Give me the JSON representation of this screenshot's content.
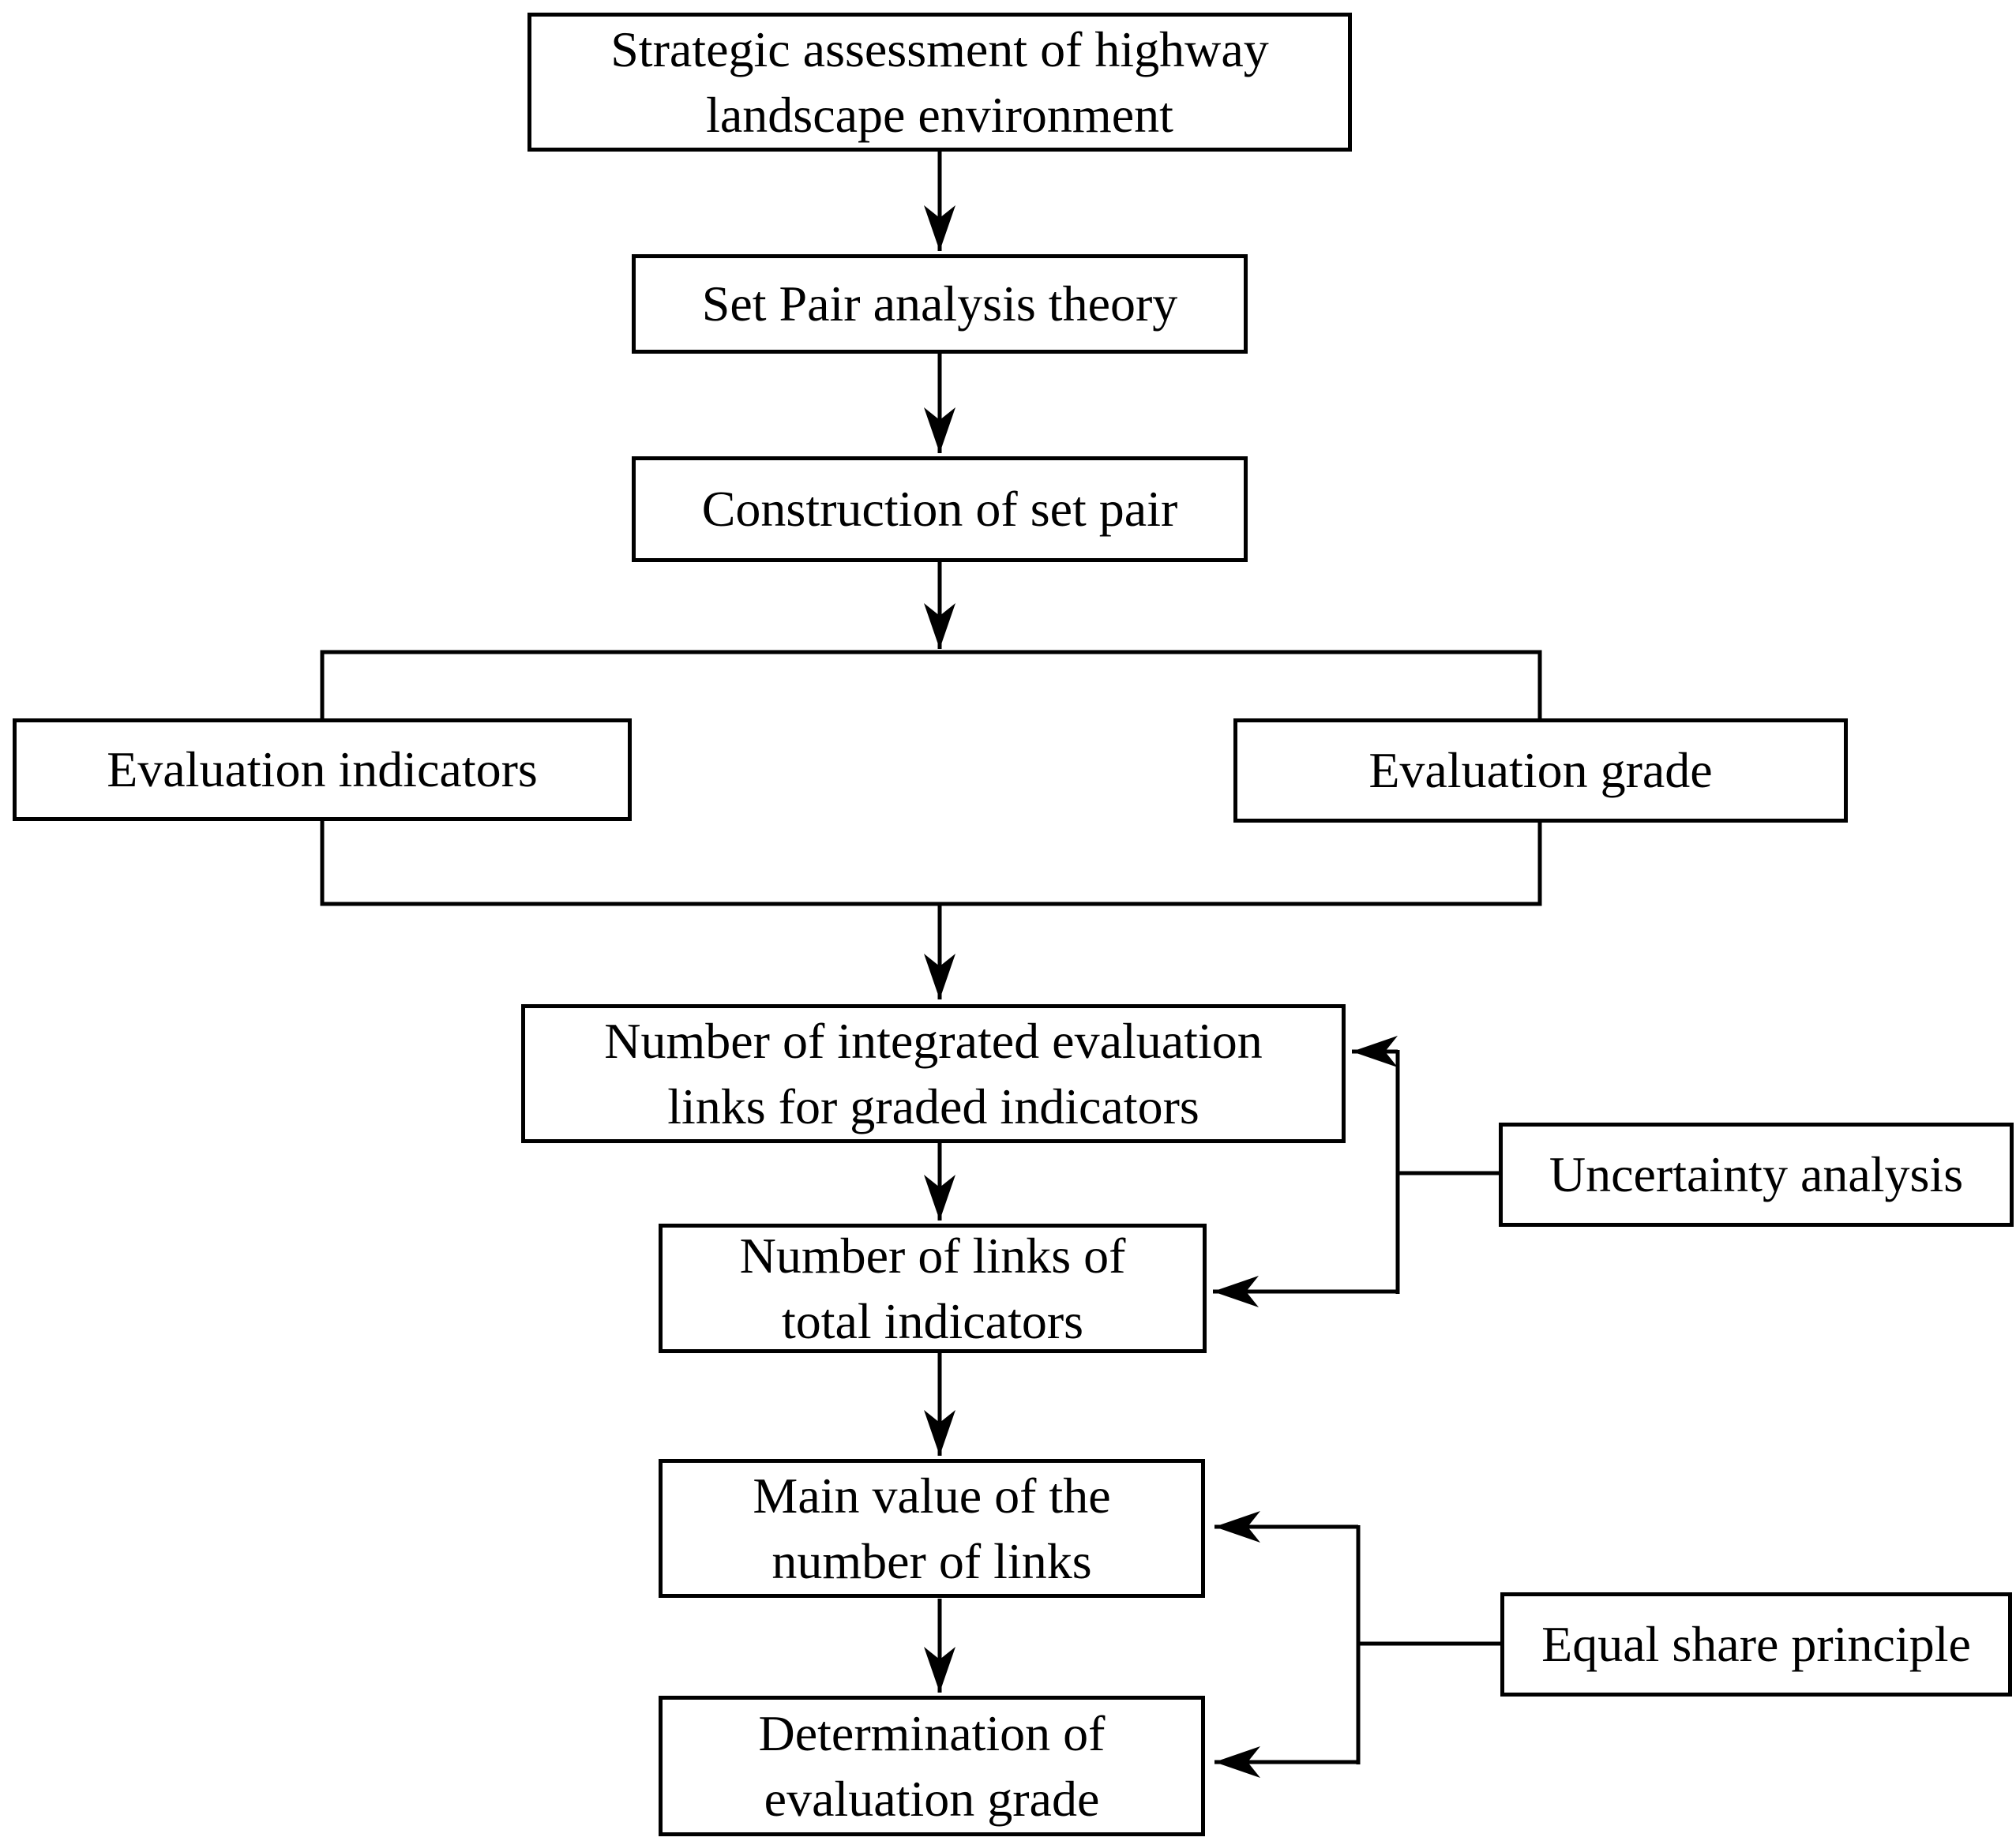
{
  "figure": {
    "type": "flowchart",
    "topic": "Strategic assessment of highway landscape environment evaluation process"
  },
  "colors": {
    "line": "#000000",
    "box_fill": "#ffffff",
    "background": "#ffffff",
    "text": "#000000"
  },
  "nodes": {
    "strategic": {
      "lines": [
        "Strategic assessment of highway",
        "landscape environment"
      ]
    },
    "set_pair": {
      "lines": [
        "Set Pair analysis theory"
      ]
    },
    "construction": {
      "lines": [
        "Construction of set pair"
      ]
    },
    "evaluation_indicators": {
      "lines": [
        "Evaluation indicators"
      ]
    },
    "evaluation_grade": {
      "lines": [
        "Evaluation grade"
      ]
    },
    "num_integrated": {
      "lines": [
        "Number of integrated evaluation",
        "links for graded indicators"
      ]
    },
    "num_links": {
      "lines": [
        "Number of links of",
        "total indicators"
      ]
    },
    "uncertainty": {
      "lines": [
        "Uncertainty analysis"
      ]
    },
    "main_value": {
      "lines": [
        "Main value of the",
        "number of links"
      ]
    },
    "determination": {
      "lines": [
        "Determination of",
        "evaluation grade"
      ]
    },
    "equal_share": {
      "lines": [
        "Equal share principle"
      ]
    }
  },
  "edges": [
    {
      "from": "strategic",
      "to": "set_pair"
    },
    {
      "from": "set_pair",
      "to": "construction"
    },
    {
      "from": "construction",
      "to": "split_connector"
    },
    {
      "from": "split_connector",
      "to": "evaluation_indicators"
    },
    {
      "from": "split_connector",
      "to": "evaluation_grade"
    },
    {
      "from": "split_connector",
      "to": "num_integrated"
    },
    {
      "from": "num_integrated",
      "to": "num_links"
    },
    {
      "from": "uncertainty",
      "to": "num_integrated"
    },
    {
      "from": "uncertainty",
      "to": "num_links"
    },
    {
      "from": "num_links",
      "to": "main_value"
    },
    {
      "from": "main_value",
      "to": "determination"
    },
    {
      "from": "equal_share",
      "to": "main_value"
    },
    {
      "from": "equal_share",
      "to": "determination"
    }
  ]
}
